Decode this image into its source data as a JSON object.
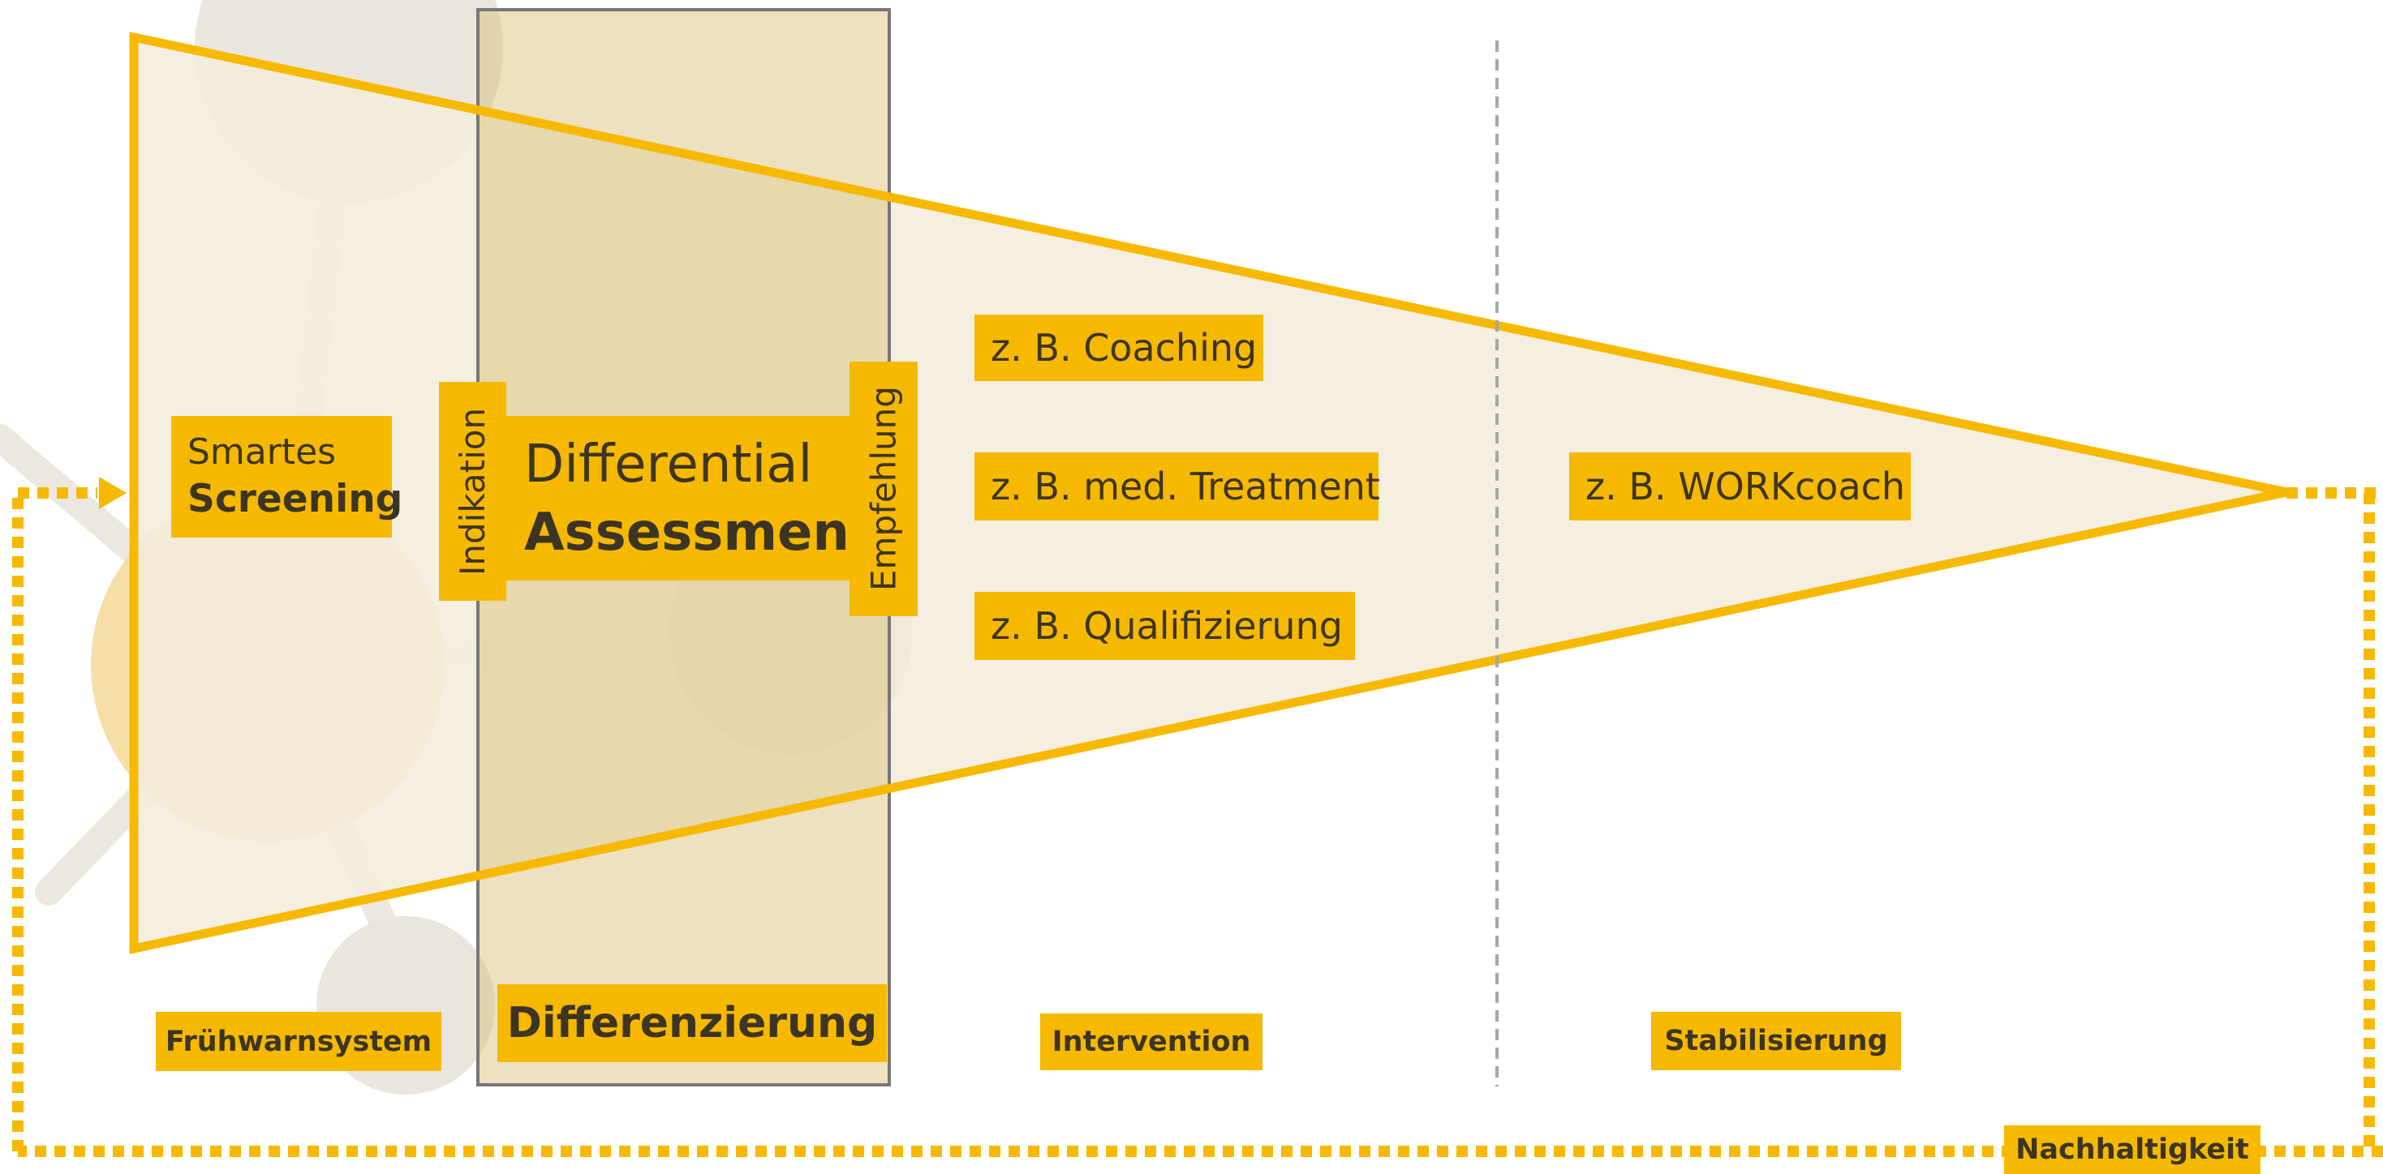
{
  "labels": {
    "screening_line1": "Smartes",
    "screening_line2": "Screening",
    "indikation": "Indikation",
    "assessment_line1": "Differential",
    "assessment_line2": "Assessment",
    "empfehlung": "Empfehlung",
    "coaching": "z. B. Coaching",
    "treatment": "z. B. med. Treatment",
    "qualifizierung": "z. B. Qualifizierung",
    "workcoach": "z. B. WORKcoach"
  },
  "phases": {
    "fruehwarnsystem": "Frühwarnsystem",
    "differenzierung": "Differenzierung",
    "intervention": "Intervention",
    "stabilisierung": "Stabilisierung",
    "nachhaltigkeit": "Nachhaltigkeit"
  },
  "colors": {
    "accent": "#F6B900",
    "funnel_fill": "#F2EBDA",
    "band_fill": "#E5D3A6",
    "text": "#3D3523",
    "background_network": "#E8E4DC"
  }
}
